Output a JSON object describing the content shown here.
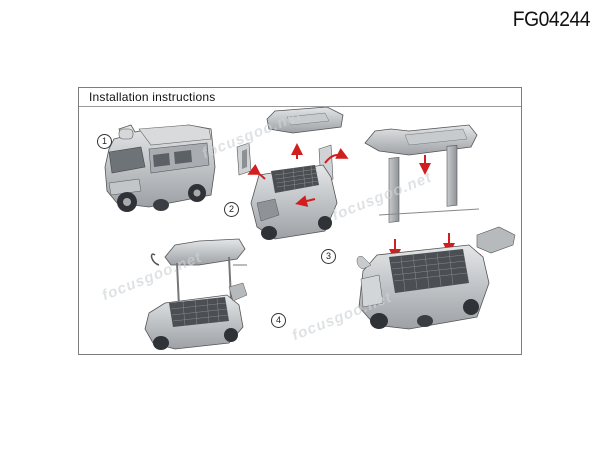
{
  "product_code": "FG04244",
  "instructions": {
    "title": "Installation instructions",
    "steps": [
      "1",
      "2",
      "3",
      "4"
    ]
  },
  "watermark": "focusgoo.net",
  "colors": {
    "arrow": "#d11f1f",
    "border": "#7d7d7d",
    "toy": "#b9bcbf"
  }
}
